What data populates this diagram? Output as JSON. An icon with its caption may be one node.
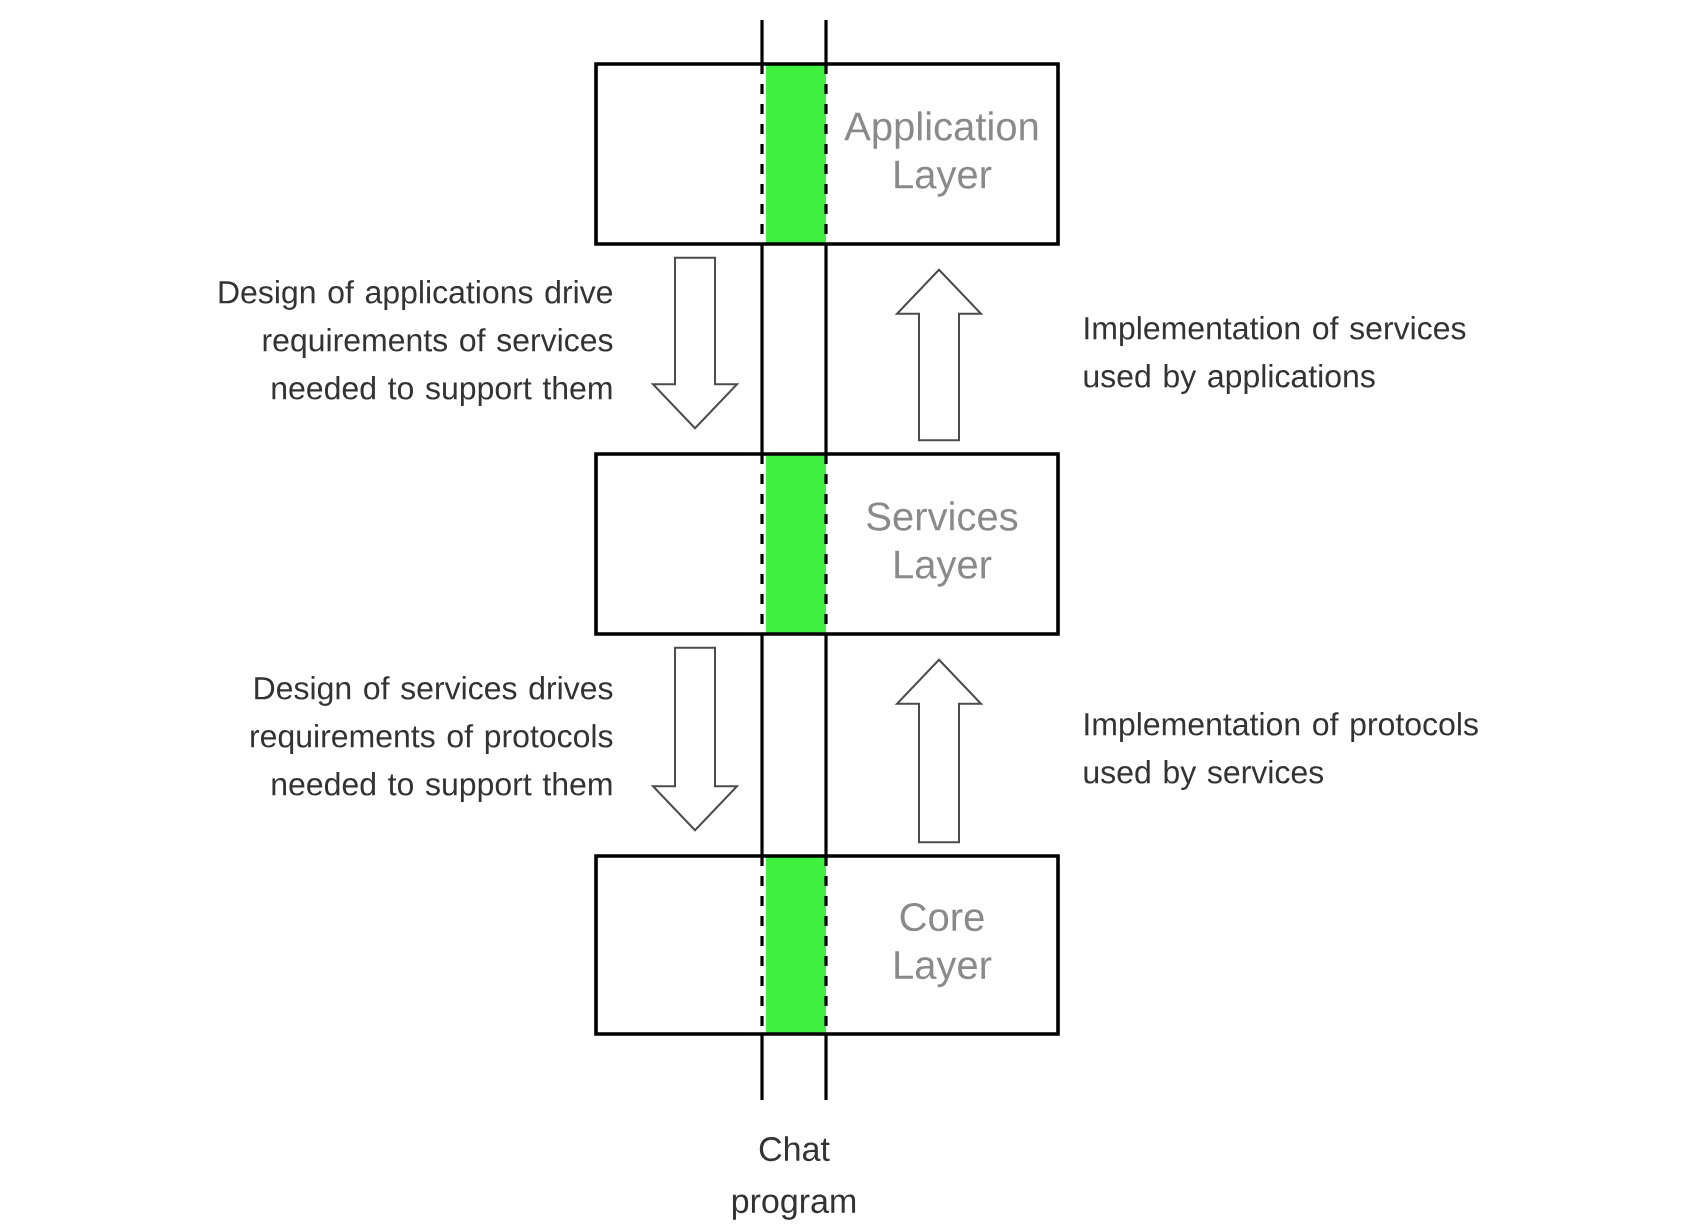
{
  "diagram": {
    "nodes": [
      {
        "text": [
          "Application Layer"
        ]
      },
      {
        "text": [
          "Services Layer"
        ]
      },
      {
        "text": [
          "Core Layer"
        ]
      }
    ],
    "edges": [
      {
        "from": 0,
        "to": 1,
        "arrow": "to",
        "label": "Design of applications drive requirements of services needed to support them"
      },
      {
        "from": 1,
        "to": 0,
        "arrow": "to",
        "label": "Implementation of services used by applications"
      },
      {
        "from": 1,
        "to": 2,
        "arrow": "to",
        "label": "Design of services drives requirements of protocols needed to support them"
      },
      {
        "from": 2,
        "to": 1,
        "arrow": "to",
        "label": "Implementation of protocols used by services"
      }
    ],
    "labels": [
      "Chat program"
    ]
  }
}
